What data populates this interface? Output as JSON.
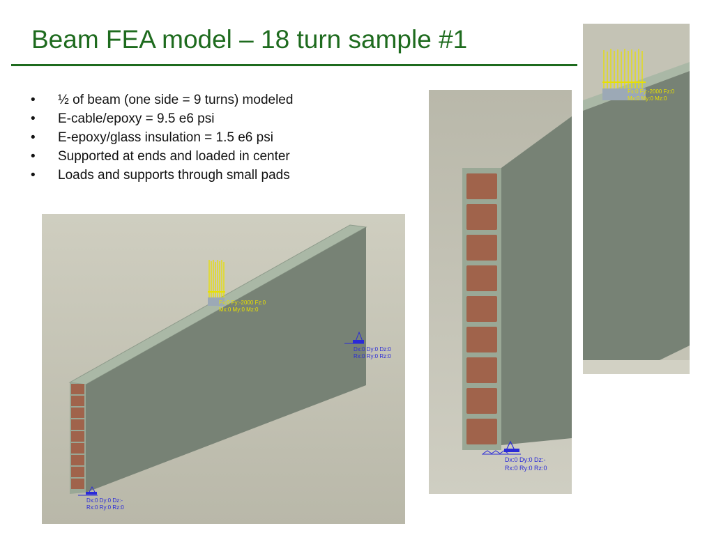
{
  "slide": {
    "title": "Beam FEA model – 18 turn sample #1",
    "bullets": [
      "½ of beam (one side = 9 turns) modeled",
      "E-cable/epoxy = 9.5 e6 psi",
      "E-epoxy/glass insulation = 1.5 e6 psi",
      "Supported at ends and loaded in center",
      "Loads and supports through small pads"
    ]
  },
  "views": {
    "left": {
      "load": [
        "Fx:0 Fy:-2000 Fz:0",
        "Mx:0 My:0 Mz:0"
      ],
      "support_right": [
        "Dx:0 Dy:0 Dz:0",
        "Rx:0 Ry:0 Rz:0"
      ],
      "support_left": [
        "Dx:0 Dy:0 Dz:-",
        "Rx:0 Ry:0 Rz:0"
      ]
    },
    "middle": {
      "support": [
        "Dx:0 Dy:0 Dz:-",
        "Rx:0 Ry:0 Rz:0"
      ]
    },
    "right": {
      "load": [
        "Fx:0 Fy:-2000 Fz:0",
        "Mx:0 My:0 Mz:0"
      ]
    }
  },
  "colors": {
    "title": "#1e6b1e",
    "viewport_bg": "#bdbcae",
    "beam_face": "#778275",
    "beam_top": "#aab8a6",
    "cable_cell": "#a0634b",
    "load_arrows": "#e8e000",
    "support_marker": "#2a2ad8"
  }
}
